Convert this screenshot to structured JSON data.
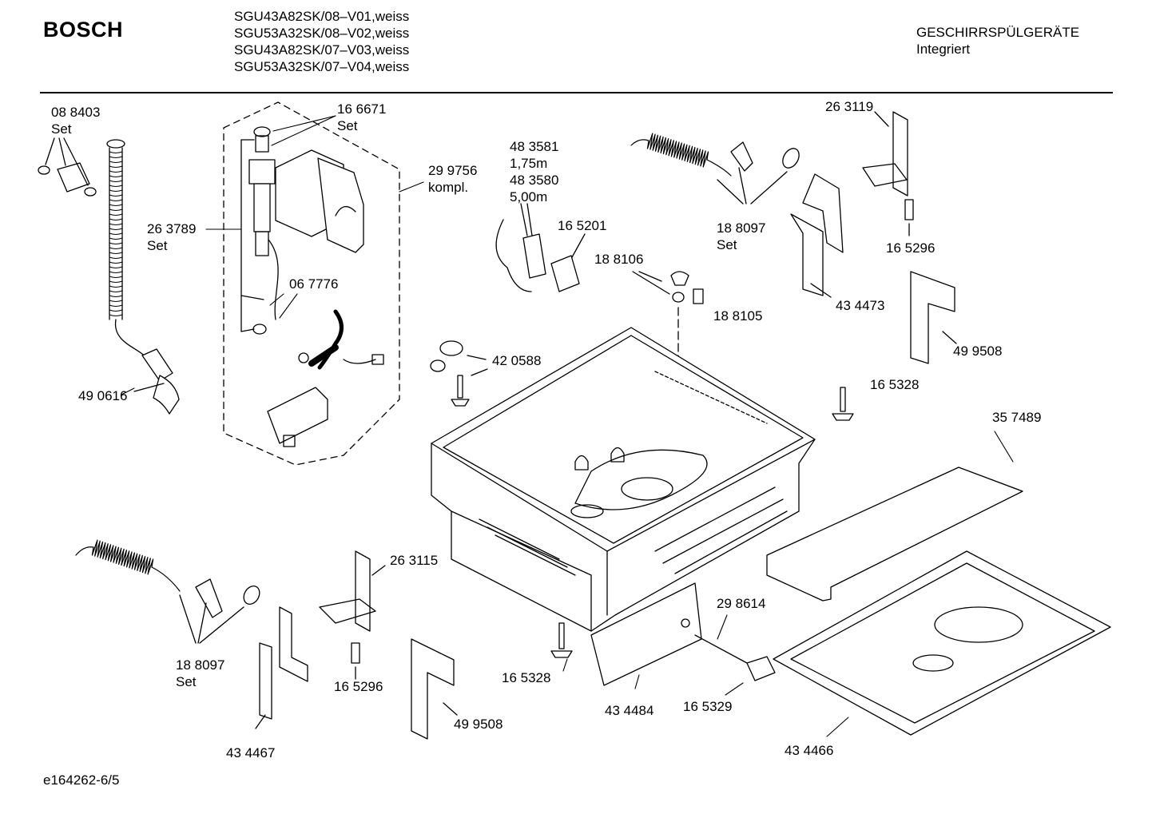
{
  "header": {
    "brand": "BOSCH",
    "models": [
      "SGU43A82SK/08–V01,weiss",
      "SGU53A32SK/08–V02,weiss",
      "SGU43A82SK/07–V03,weiss",
      "SGU53A32SK/07–V04,weiss"
    ],
    "category_line1": "GESCHIRRSPÜLGERÄTE",
    "category_line2": "Integriert"
  },
  "footer": {
    "doc_id": "e164262-6/5"
  },
  "part_labels": [
    {
      "id": "p088403",
      "lines": [
        "08 8403",
        "Set"
      ]
    },
    {
      "id": "p166671",
      "lines": [
        "16 6671",
        "Set"
      ]
    },
    {
      "id": "p299756",
      "lines": [
        "29 9756",
        "kompl."
      ]
    },
    {
      "id": "p263789",
      "lines": [
        "26 3789",
        "Set"
      ]
    },
    {
      "id": "p067776",
      "lines": [
        "06 7776"
      ]
    },
    {
      "id": "p490616",
      "lines": [
        "49 0616"
      ]
    },
    {
      "id": "p483581",
      "lines": [
        "48 3581",
        "1,75m",
        "48 3580",
        "5,00m"
      ]
    },
    {
      "id": "p165201",
      "lines": [
        "16 5201"
      ]
    },
    {
      "id": "p188106",
      "lines": [
        "18 8106"
      ]
    },
    {
      "id": "p188105",
      "lines": [
        "18 8105"
      ]
    },
    {
      "id": "p188097a",
      "lines": [
        "18 8097",
        "Set"
      ]
    },
    {
      "id": "p263119",
      "lines": [
        "26 3119"
      ]
    },
    {
      "id": "p165296a",
      "lines": [
        "16 5296"
      ]
    },
    {
      "id": "p434473",
      "lines": [
        "43 4473"
      ]
    },
    {
      "id": "p499508a",
      "lines": [
        "49 9508"
      ]
    },
    {
      "id": "p165328a",
      "lines": [
        "16 5328"
      ]
    },
    {
      "id": "p420588",
      "lines": [
        "42 0588"
      ]
    },
    {
      "id": "p357489",
      "lines": [
        "35 7489"
      ]
    },
    {
      "id": "p263115",
      "lines": [
        "26 3115"
      ]
    },
    {
      "id": "p188097b",
      "lines": [
        "18 8097",
        "Set"
      ]
    },
    {
      "id": "p165296b",
      "lines": [
        "16 5296"
      ]
    },
    {
      "id": "p499508b",
      "lines": [
        "49 9508"
      ]
    },
    {
      "id": "p434467",
      "lines": [
        "43 4467"
      ]
    },
    {
      "id": "p165328b",
      "lines": [
        "16 5328"
      ]
    },
    {
      "id": "p434484",
      "lines": [
        "43 4484"
      ]
    },
    {
      "id": "p298614",
      "lines": [
        "29 8614"
      ]
    },
    {
      "id": "p165329",
      "lines": [
        "16 5329"
      ]
    },
    {
      "id": "p434466",
      "lines": [
        "43 4466"
      ]
    }
  ]
}
